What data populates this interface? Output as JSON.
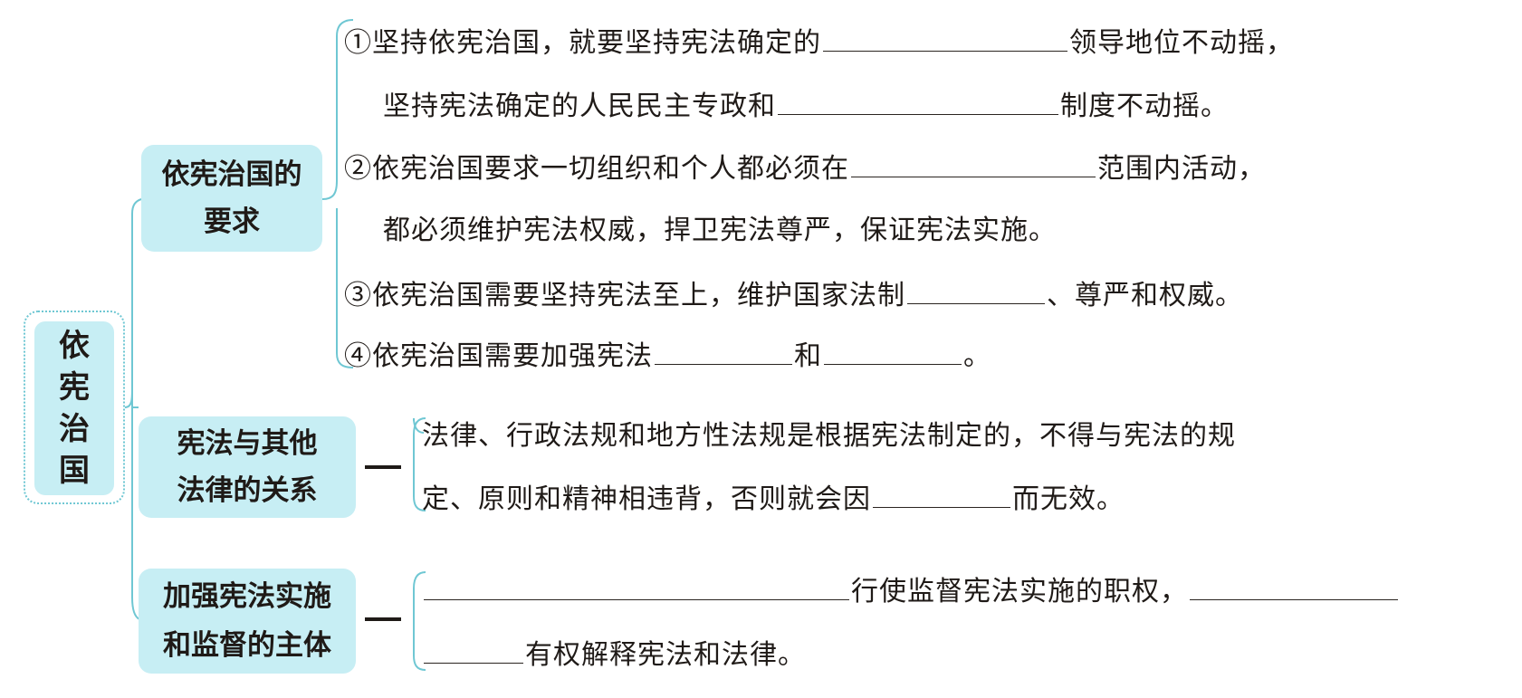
{
  "root": {
    "label": "依宪治国"
  },
  "branches": [
    {
      "label_lines": [
        "依宪治国的",
        "要求"
      ],
      "items": [
        {
          "lines": [
            {
              "segments": [
                "①坚持依宪治国，就要坚持宪法确定的",
                "领导地位不动摇，"
              ]
            },
            {
              "segments": [
                "坚持宪法确定的人民民主专政和",
                "制度不动摇。"
              ]
            }
          ]
        },
        {
          "lines": [
            {
              "segments": [
                "②依宪治国要求一切组织和个人都必须在",
                "范围内活动，"
              ]
            },
            {
              "segments": [
                "都必须维护宪法权威，捍卫宪法尊严，保证宪法实施。"
              ]
            }
          ]
        },
        {
          "lines": [
            {
              "segments": [
                "③依宪治国需要坚持宪法至上，维护国家法制",
                "、尊严和权威。"
              ]
            }
          ]
        },
        {
          "lines": [
            {
              "segments": [
                "④依宪治国需要加强宪法",
                "和",
                "。"
              ]
            }
          ]
        }
      ]
    },
    {
      "label_lines": [
        "宪法与其他",
        "法律的关系"
      ],
      "lines": [
        {
          "segments": [
            "法律、行政法规和地方性法规是根据宪法制定的，不得与宪法的规"
          ]
        },
        {
          "segments": [
            "定、原则和精神相违背，否则就会因",
            "而无效。"
          ]
        }
      ]
    },
    {
      "label_lines": [
        "加强宪法实施",
        "和监督的主体"
      ],
      "lines": [
        {
          "segments": [
            "",
            "行使监督宪法实施的职权，",
            ""
          ]
        },
        {
          "segments": [
            "",
            "有权解释宪法和法律。"
          ]
        }
      ]
    }
  ],
  "colors": {
    "node_fill": "#c7eef4",
    "connector": "#6fc7d3",
    "text": "#1f1a17"
  }
}
